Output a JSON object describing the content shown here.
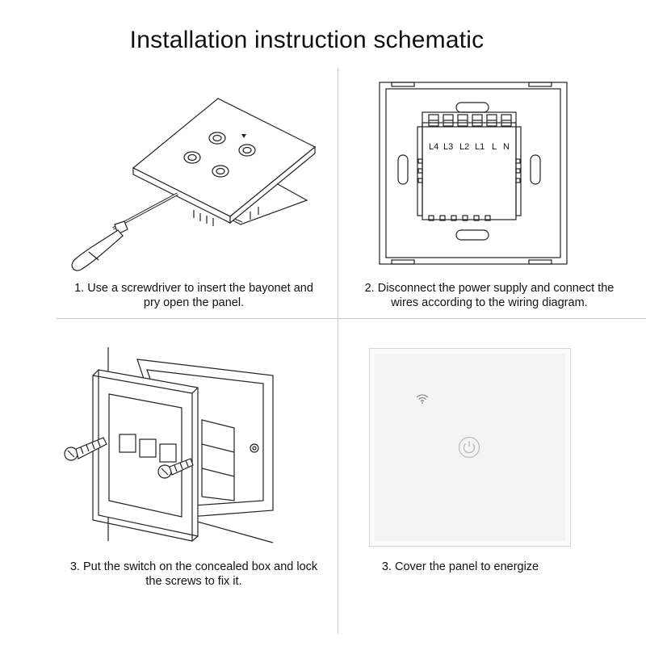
{
  "title": "Installation instruction schematic",
  "steps": [
    {
      "caption_line1": "1. Use a screwdriver to insert the bayonet and",
      "caption_line2": "pry open the panel."
    },
    {
      "caption_line1": "2. Disconnect the power supply and connect the",
      "caption_line2": "wires according to the wiring diagram."
    },
    {
      "caption_line1": "3. Put the switch on the concealed box and lock",
      "caption_line2": "the screws to fix it."
    },
    {
      "caption_line1": "3. Cover the panel to energize",
      "caption_line2": ""
    }
  ],
  "terminals": [
    "L4",
    "L3",
    "L2",
    "L1",
    "L",
    "N"
  ],
  "icons": {
    "panel1": "four-button-switch-panel",
    "tool": "screwdriver-icon",
    "panel4_wifi": "wifi-icon",
    "panel4_power": "power-icon"
  },
  "colors": {
    "line": "#222222",
    "divider": "#c9c9c9",
    "glass_panel": "#f4f4f4",
    "power_icon": "#bdbdbd"
  }
}
